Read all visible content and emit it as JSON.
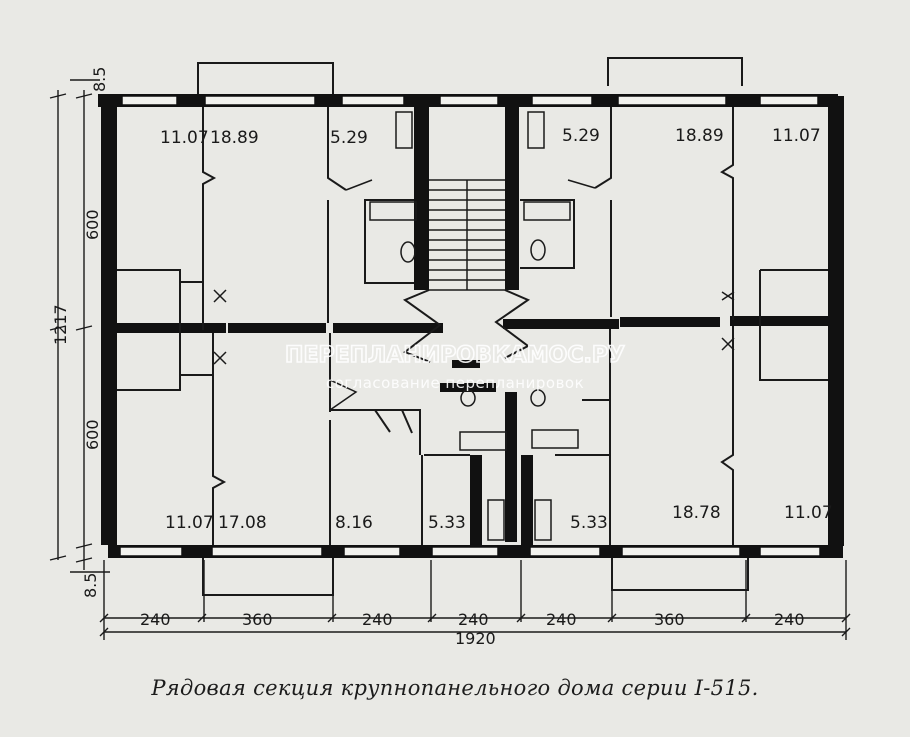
{
  "room_areas": {
    "top": [
      "11.07",
      "18.89",
      "5.29",
      "5.29",
      "18.89",
      "11.07"
    ],
    "bottom": [
      "11.07",
      "17.08",
      "8.16",
      "5.33",
      "5.33",
      "18.78",
      "11.07"
    ]
  },
  "dimensions": {
    "vertical_total": "1217",
    "vertical_top": "600",
    "vertical_bottom": "600",
    "wall_top": "8.5",
    "wall_bottom": "8.5",
    "horizontal_segments": [
      "240",
      "360",
      "240",
      "240",
      "240",
      "360",
      "240"
    ],
    "horizontal_total": "1920"
  },
  "watermark": {
    "line1": "ПЕРЕПЛАНИРОВКАМОС.РУ",
    "line2": "согласование перепланировок"
  },
  "caption": "Рядовая секция крупнопанельного дома серии I-515."
}
